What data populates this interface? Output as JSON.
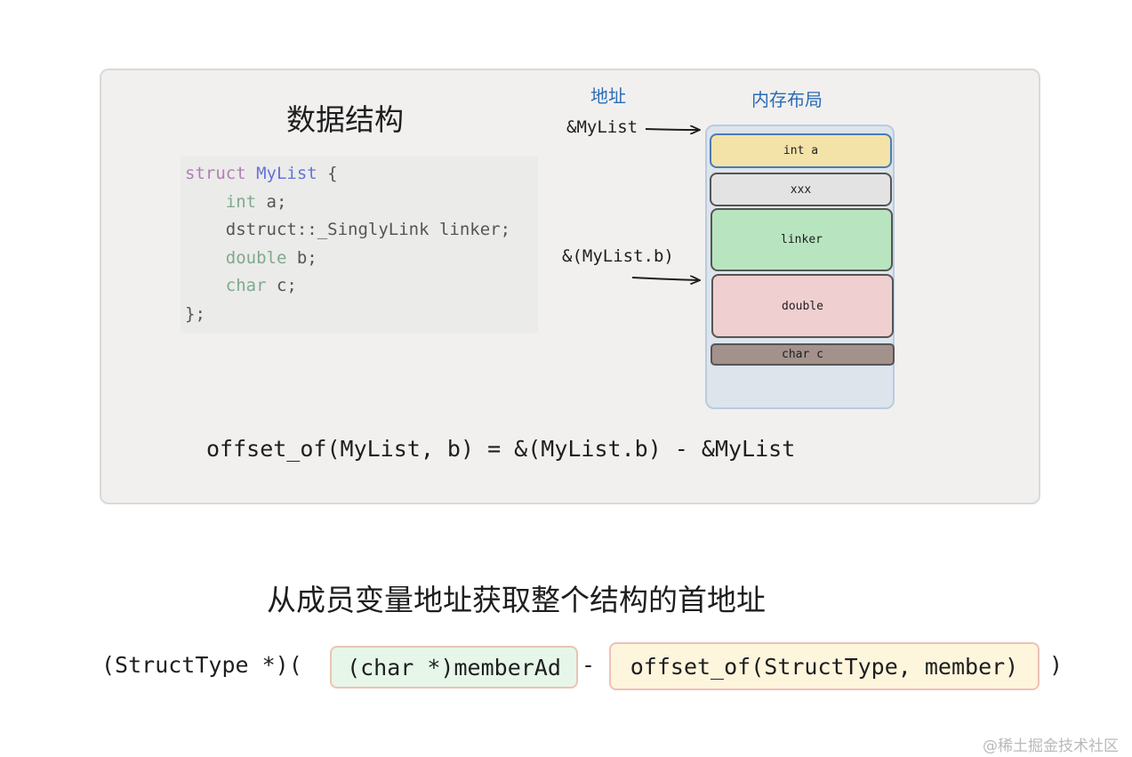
{
  "data_structure": {
    "title": "数据结构",
    "code": {
      "line1": {
        "kw": "struct",
        "name": "MyList",
        "rest": " {"
      },
      "line2": {
        "indent": "    ",
        "type": "int",
        "rest": " a;"
      },
      "line3": {
        "indent": "    ",
        "rest": "dstruct::_SinglyLink linker;"
      },
      "line4": {
        "indent": "    ",
        "type": "double",
        "rest": " b;"
      },
      "line5": {
        "indent": "    ",
        "type": "char",
        "rest": " c;"
      },
      "line6": {
        "rest": "};"
      }
    }
  },
  "address": {
    "header": "地址",
    "mylist": "&MyList",
    "mylist_b": "&(MyList.b)"
  },
  "memory_layout": {
    "header": "内存布局",
    "blocks": [
      {
        "label": "int a",
        "color": "#f3e3a8"
      },
      {
        "label": "xxx",
        "color": "#e3e3e3"
      },
      {
        "label": "linker",
        "color": "#b8e5bf"
      },
      {
        "label": "double",
        "color": "#f0cfd1"
      },
      {
        "label": "char c",
        "color": "#a3918b"
      }
    ]
  },
  "formula_top": "offset_of(MyList, b) = &(MyList.b) - &MyList",
  "caption": "从成员变量地址获取整个结构的首地址",
  "formula_bottom": {
    "prefix": "(StructType *)(",
    "member": "(char *)memberAd",
    "minus": "-",
    "offset": "offset_of(StructType, member)",
    "suffix": ")"
  },
  "watermark": "@稀土掘金技术社区"
}
